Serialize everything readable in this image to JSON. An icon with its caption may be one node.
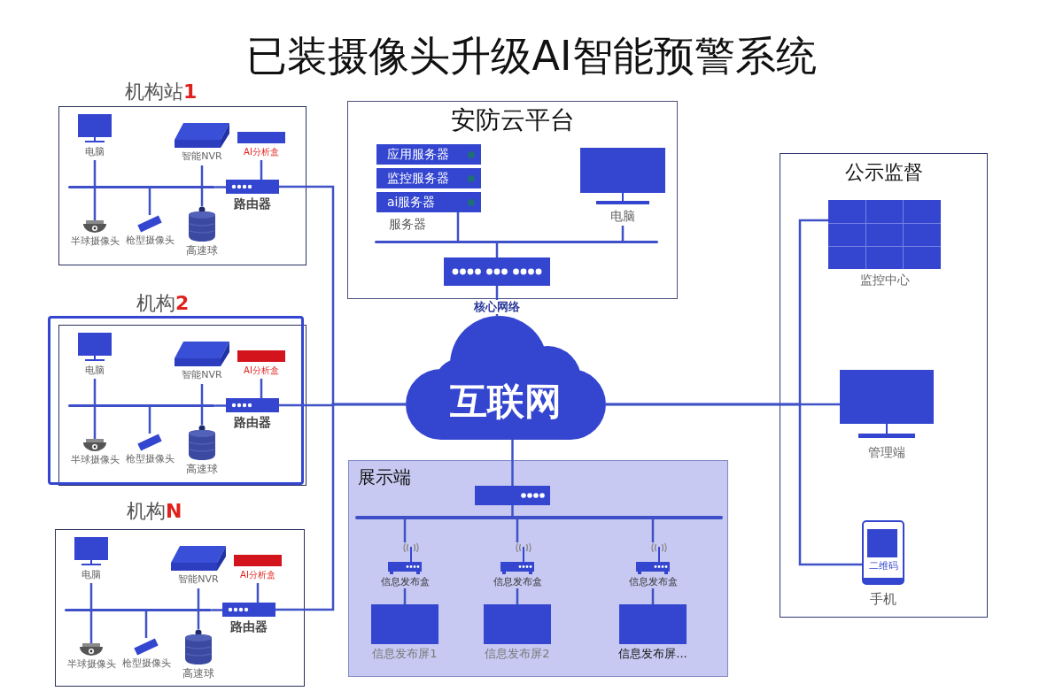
{
  "diagram": {
    "title": "已装摄像头升级AI智能预警系统",
    "nodes": [
      {
        "text": [
          "机构站**1**"
        ]
      },
      {
        "text": [
          "电脑"
        ],
        "in": 0
      },
      {
        "text": [
          "智能NVR"
        ],
        "in": 0
      },
      {
        "text": [
          "AI分析盒"
        ],
        "in": 0
      },
      {
        "text": [],
        "shape": "bar",
        "in": 0
      },
      {
        "text": [
          "路由器"
        ],
        "in": 0
      },
      {
        "text": [
          "半球摄像头"
        ],
        "in": 0
      },
      {
        "text": [
          "枪型摄像头"
        ],
        "in": 0
      },
      {
        "text": [
          "高速球"
        ],
        "in": 0
      },
      {
        "text": [
          "机构**2**"
        ]
      },
      {
        "text": [
          "电脑"
        ],
        "in": 9
      },
      {
        "text": [
          "智能NVR"
        ],
        "in": 9
      },
      {
        "text": [
          "AI分析盒"
        ],
        "in": 9
      },
      {
        "text": [],
        "shape": "bar",
        "in": 9
      },
      {
        "text": [
          "路由器"
        ],
        "in": 9
      },
      {
        "text": [
          "半球摄像头"
        ],
        "in": 9
      },
      {
        "text": [
          "枪型摄像头"
        ],
        "in": 9
      },
      {
        "text": [
          "高速球"
        ],
        "in": 9
      },
      {
        "text": [
          "机构**N**"
        ]
      },
      {
        "text": [
          "电脑"
        ],
        "in": 18
      },
      {
        "text": [
          "智能NVR"
        ],
        "in": 18
      },
      {
        "text": [
          "AI分析盒"
        ],
        "in": 18
      },
      {
        "text": [],
        "shape": "bar",
        "in": 18
      },
      {
        "text": [
          "路由器"
        ],
        "in": 18
      },
      {
        "text": [
          "半球摄像头"
        ],
        "in": 18
      },
      {
        "text": [
          "枪型摄像头"
        ],
        "in": 18
      },
      {
        "text": [
          "高速球"
        ],
        "in": 18
      },
      {
        "text": [
          "安防云平台"
        ]
      },
      {
        "text": [
          "应用服务器"
        ],
        "in": 27
      },
      {
        "text": [
          "监控服务器"
        ],
        "in": 27
      },
      {
        "text": [
          "ai服务器"
        ],
        "in": 27
      },
      {
        "text": [
          "电脑"
        ],
        "in": 27
      },
      {
        "text": [],
        "shape": "bar",
        "in": 27
      },
      {
        "text": [],
        "shape": "box",
        "in": 27
      },
      {
        "text": [
          "互联网"
        ]
      },
      {
        "text": [
          "展示端"
        ]
      },
      {
        "text": [],
        "shape": "box",
        "in": 35
      },
      {
        "text": [],
        "shape": "bar",
        "in": 35
      },
      {
        "text": [
          "信息发布盒"
        ],
        "in": 35
      },
      {
        "text": [
          "信息发布盒"
        ],
        "in": 35
      },
      {
        "text": [
          "信息发布盒"
        ],
        "in": 35
      },
      {
        "text": [
          "信息发布屏1"
        ],
        "in": 35
      },
      {
        "text": [
          "信息发布屏2"
        ],
        "in": 35
      },
      {
        "text": [
          "信息发布屏..."
        ],
        "in": 35
      },
      {
        "text": [
          "公示监督"
        ]
      },
      {
        "text": [
          "监控中心"
        ],
        "in": 44
      },
      {
        "text": [
          "管理端"
        ],
        "in": 44
      },
      {
        "text": [
          "二维码",
          "手机"
        ],
        "in": 44
      }
    ],
    "edges": [
      {
        "from": 1,
        "to": 4,
        "arrow": "none"
      },
      {
        "from": 4,
        "to": 6,
        "arrow": "none"
      },
      {
        "from": 4,
        "to": 7,
        "arrow": "none"
      },
      {
        "from": 2,
        "to": 4,
        "arrow": "none"
      },
      {
        "from": 4,
        "to": 8,
        "arrow": "none"
      },
      {
        "from": 4,
        "to": 5,
        "arrow": "none"
      },
      {
        "from": 3,
        "to": 5,
        "arrow": "none"
      },
      {
        "from": 5,
        "to": 34,
        "arrow": "none"
      },
      {
        "from": 10,
        "to": 13,
        "arrow": "none"
      },
      {
        "from": 13,
        "to": 15,
        "arrow": "none"
      },
      {
        "from": 13,
        "to": 16,
        "arrow": "none"
      },
      {
        "from": 11,
        "to": 13,
        "arrow": "none"
      },
      {
        "from": 13,
        "to": 17,
        "arrow": "none"
      },
      {
        "from": 13,
        "to": 14,
        "arrow": "none"
      },
      {
        "from": 12,
        "to": 14,
        "arrow": "none"
      },
      {
        "from": 14,
        "to": 34,
        "arrow": "none"
      },
      {
        "from": 19,
        "to": 22,
        "arrow": "none"
      },
      {
        "from": 22,
        "to": 24,
        "arrow": "none"
      },
      {
        "from": 22,
        "to": 25,
        "arrow": "none"
      },
      {
        "from": 20,
        "to": 22,
        "arrow": "none"
      },
      {
        "from": 22,
        "to": 26,
        "arrow": "none"
      },
      {
        "from": 22,
        "to": 23,
        "arrow": "none"
      },
      {
        "from": 21,
        "to": 23,
        "arrow": "none"
      },
      {
        "from": 23,
        "to": 34,
        "arrow": "none"
      },
      {
        "from": 30,
        "to": 32,
        "arrow": "none"
      },
      {
        "from": 31,
        "to": 32,
        "arrow": "none"
      },
      {
        "from": 32,
        "to": 33,
        "arrow": "none"
      },
      {
        "from": 33,
        "to": 34,
        "arrow": "none",
        "label": "核心网络"
      },
      {
        "from": 34,
        "to": 36,
        "arrow": "none"
      },
      {
        "from": 36,
        "to": 37,
        "arrow": "none"
      },
      {
        "from": 37,
        "to": 38,
        "arrow": "none"
      },
      {
        "from": 37,
        "to": 39,
        "arrow": "none"
      },
      {
        "from": 37,
        "to": 40,
        "arrow": "none"
      },
      {
        "from": 38,
        "to": 41,
        "arrow": "none"
      },
      {
        "from": 39,
        "to": 42,
        "arrow": "none"
      },
      {
        "from": 40,
        "to": 43,
        "arrow": "none"
      },
      {
        "from": 34,
        "to": 45,
        "arrow": "none"
      },
      {
        "from": 34,
        "to": 46,
        "arrow": "none"
      },
      {
        "from": 34,
        "to": 47,
        "arrow": "none"
      }
    ],
    "labels": [
      "服务器"
    ]
  }
}
